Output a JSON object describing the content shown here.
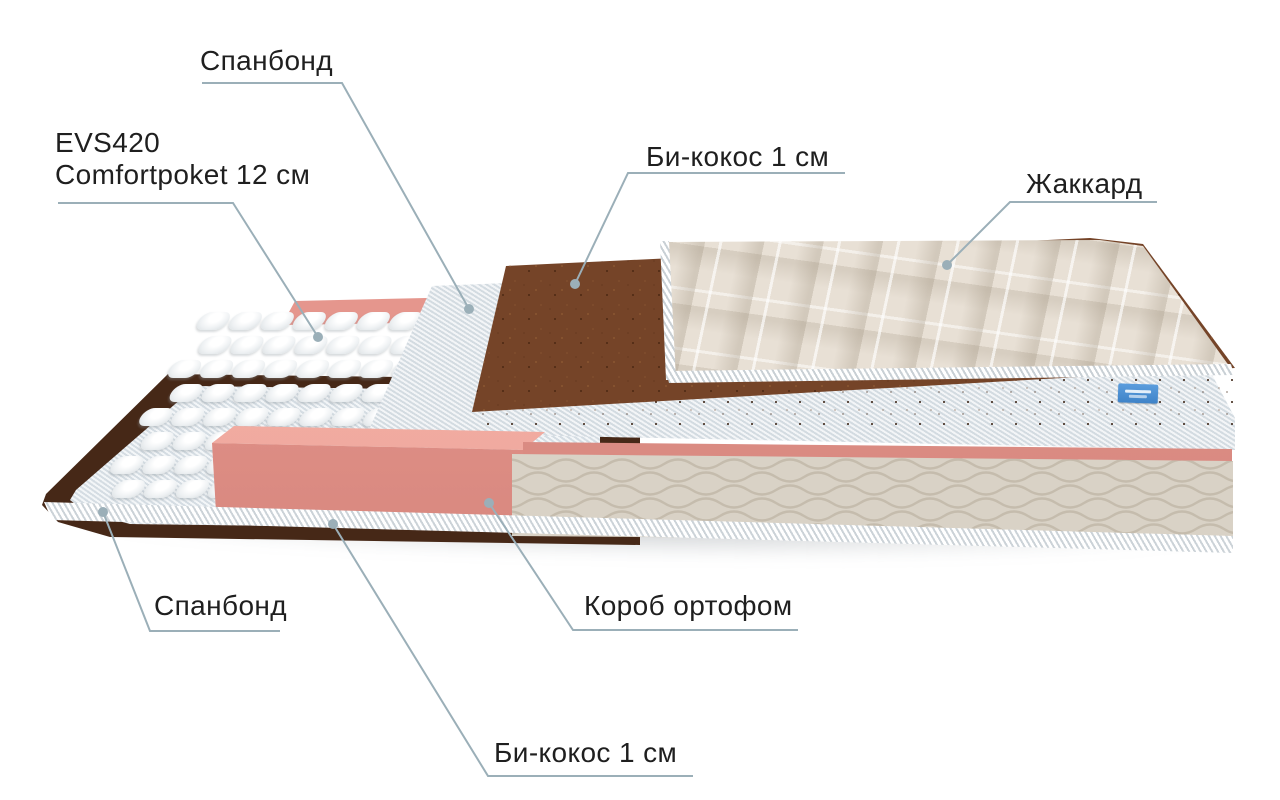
{
  "diagram": {
    "type": "mattress-layers-exploded-view",
    "labels": {
      "spunbond_top": "Спанбонд",
      "evs_line1": "EVS420",
      "evs_line2": "Comfortpoket 12 см",
      "bicocos_top": "Би-кокос 1 см",
      "jacquard": "Жаккард",
      "spunbond_bottom": "Спанбонд",
      "korob": "Короб ортофом",
      "bicocos_bottom": "Би-кокос 1 см"
    },
    "colors": {
      "leader_line": "#9bafb8",
      "label_text": "#1f1f1f",
      "coco_top": "#754428",
      "coco_base": "#462817",
      "spunbond_sheet": "#e4eaef",
      "foam_pink": "#dd8d84",
      "jacquard_fabric": "#e8e0d5",
      "side_cover": "#d9d2c6",
      "tag_blue": "#4a8fd4",
      "springs_white": "#f5f7f8"
    }
  }
}
